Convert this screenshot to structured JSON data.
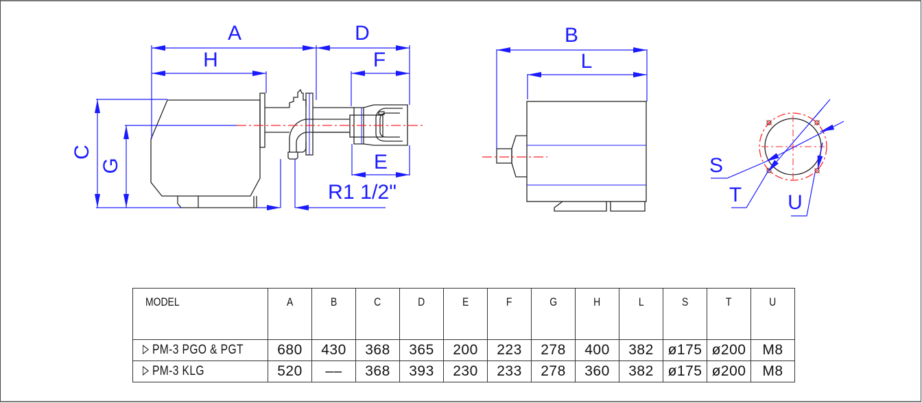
{
  "drawing": {
    "title": "Burner dimensional drawing",
    "colors": {
      "dimension": "#1a1aff",
      "centerline": "#ff2020",
      "outline": "#222222"
    },
    "side_view_labels": {
      "A": "A",
      "H": "H",
      "D": "D",
      "F": "F",
      "C": "C",
      "G": "G",
      "E": "E",
      "thread": "R1 1/2\""
    },
    "top_view_labels": {
      "B": "B",
      "L": "L"
    },
    "flange_view_labels": {
      "S": "S",
      "T": "T",
      "U": "U"
    }
  },
  "table": {
    "headers": [
      "MODEL",
      "A",
      "B",
      "C",
      "D",
      "E",
      "F",
      "G",
      "H",
      "L",
      "S",
      "T",
      "U"
    ],
    "rows": [
      {
        "model": "PM-3 PGO & PGT",
        "values": [
          "680",
          "430",
          "368",
          "365",
          "200",
          "223",
          "278",
          "400",
          "382",
          "ø175",
          "ø200",
          "M8"
        ]
      },
      {
        "model": "PM-3 KLG",
        "values": [
          "520",
          "––",
          "368",
          "393",
          "230",
          "233",
          "278",
          "360",
          "382",
          "ø175",
          "ø200",
          "M8"
        ]
      }
    ]
  }
}
